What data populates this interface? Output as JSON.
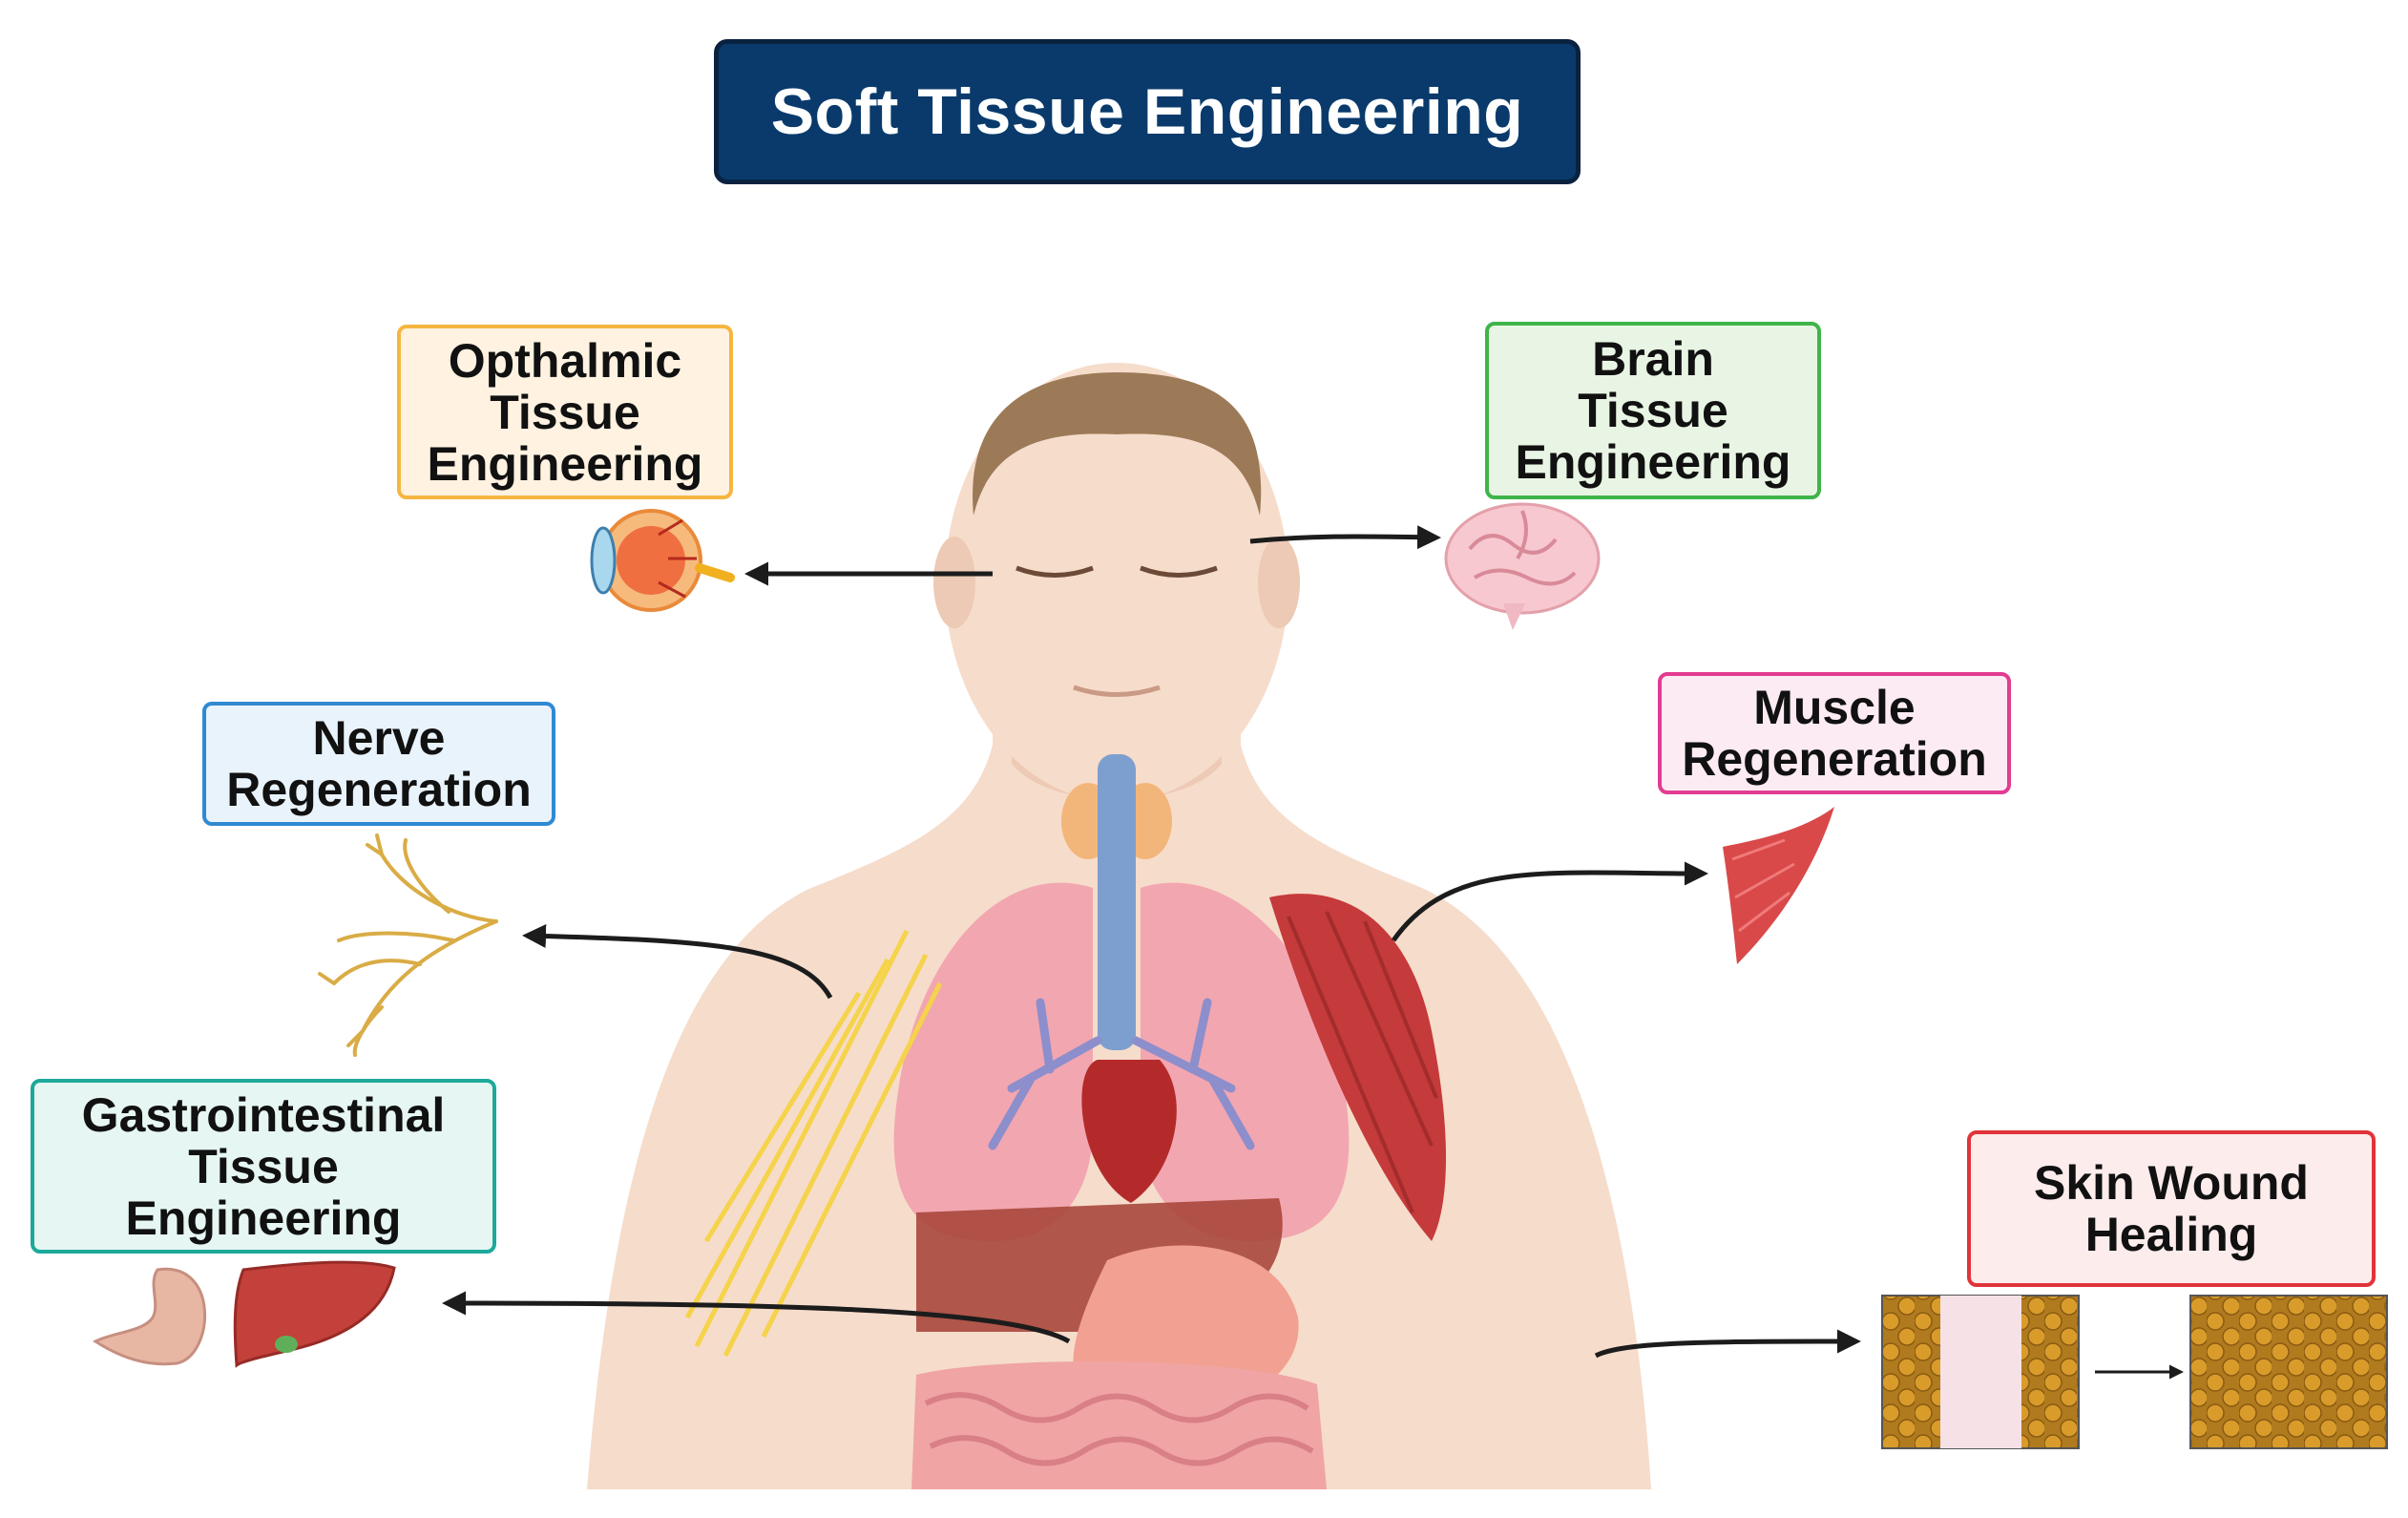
{
  "title": "Soft Tissue Engineering",
  "labels": {
    "opthalmic": [
      "Opthalmic",
      "Tissue",
      "Engineering"
    ],
    "brain": [
      "Brain",
      "Tissue",
      "Engineering"
    ],
    "nerve": [
      "Nerve",
      "Regeneration"
    ],
    "muscle": [
      "Muscle",
      "Regeneration"
    ],
    "gastro": [
      "Gastrointestinal",
      "Tissue",
      "Engineering"
    ],
    "skin": [
      "Skin Wound",
      "Healing"
    ]
  },
  "icons": [
    "eye-icon",
    "brain-icon",
    "nerve-icon",
    "muscle-icon",
    "stomach-icon",
    "liver-icon",
    "wound-before-icon",
    "wound-after-icon",
    "human-body-icon"
  ],
  "colors": {
    "title_bg": "#093a6b",
    "opthalmic_border": "#f5b640",
    "brain_border": "#3fb44a",
    "nerve_border": "#2f8ad2",
    "muscle_border": "#e23c92",
    "gastro_border": "#1ca99a",
    "skin_border": "#e0343a"
  }
}
